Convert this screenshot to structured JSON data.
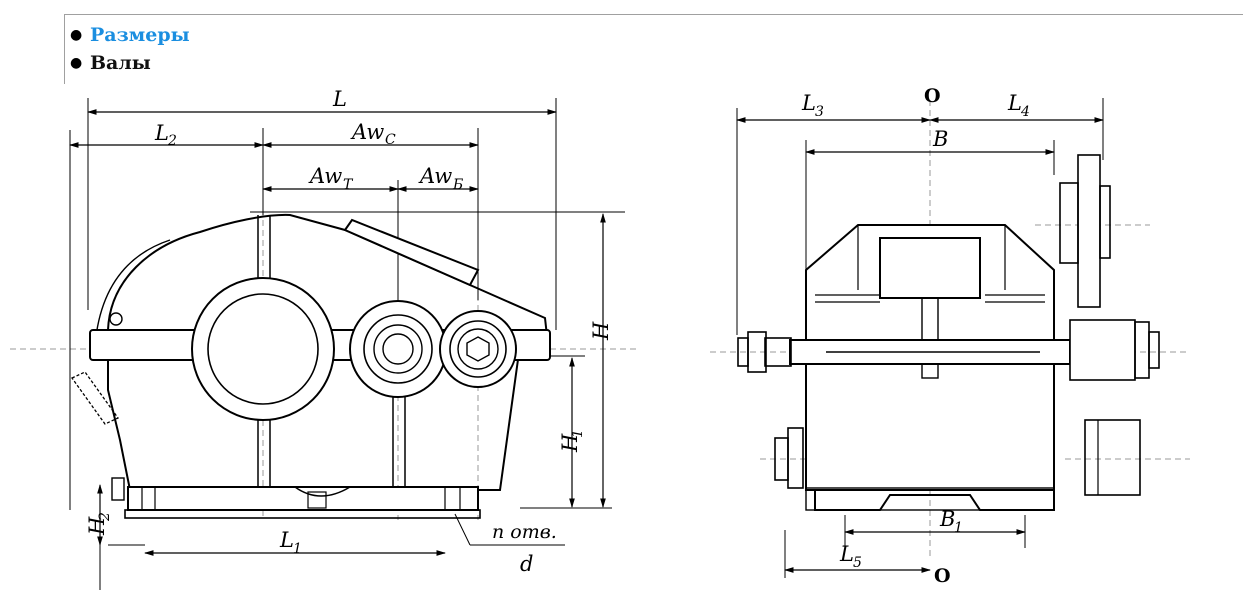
{
  "tabs": [
    {
      "label": "Размеры",
      "active": true
    },
    {
      "label": "Валы",
      "active": false
    }
  ],
  "colors": {
    "active_tab": "#1a8ee0",
    "line": "#000000"
  },
  "side_view": {
    "labels": {
      "L": "L",
      "L2": {
        "main": "L",
        "sub": "2"
      },
      "AwC": {
        "main": "Aw",
        "sub": "C"
      },
      "AwT": {
        "main": "Aw",
        "sub": "T"
      },
      "AwB": {
        "main": "Aw",
        "sub": "Б"
      },
      "H": "H",
      "H1": {
        "main": "H",
        "sub": "1"
      },
      "H2": {
        "main": "H",
        "sub": "2"
      },
      "L1": {
        "main": "L",
        "sub": "1"
      },
      "holes": "n отв.",
      "d": "d"
    }
  },
  "front_view": {
    "labels": {
      "O_top": "O",
      "O_bottom": "O",
      "L3": {
        "main": "L",
        "sub": "3"
      },
      "L4": {
        "main": "L",
        "sub": "4"
      },
      "B": "B",
      "B1": {
        "main": "B",
        "sub": "1"
      },
      "L5": {
        "main": "L",
        "sub": "5"
      }
    }
  }
}
